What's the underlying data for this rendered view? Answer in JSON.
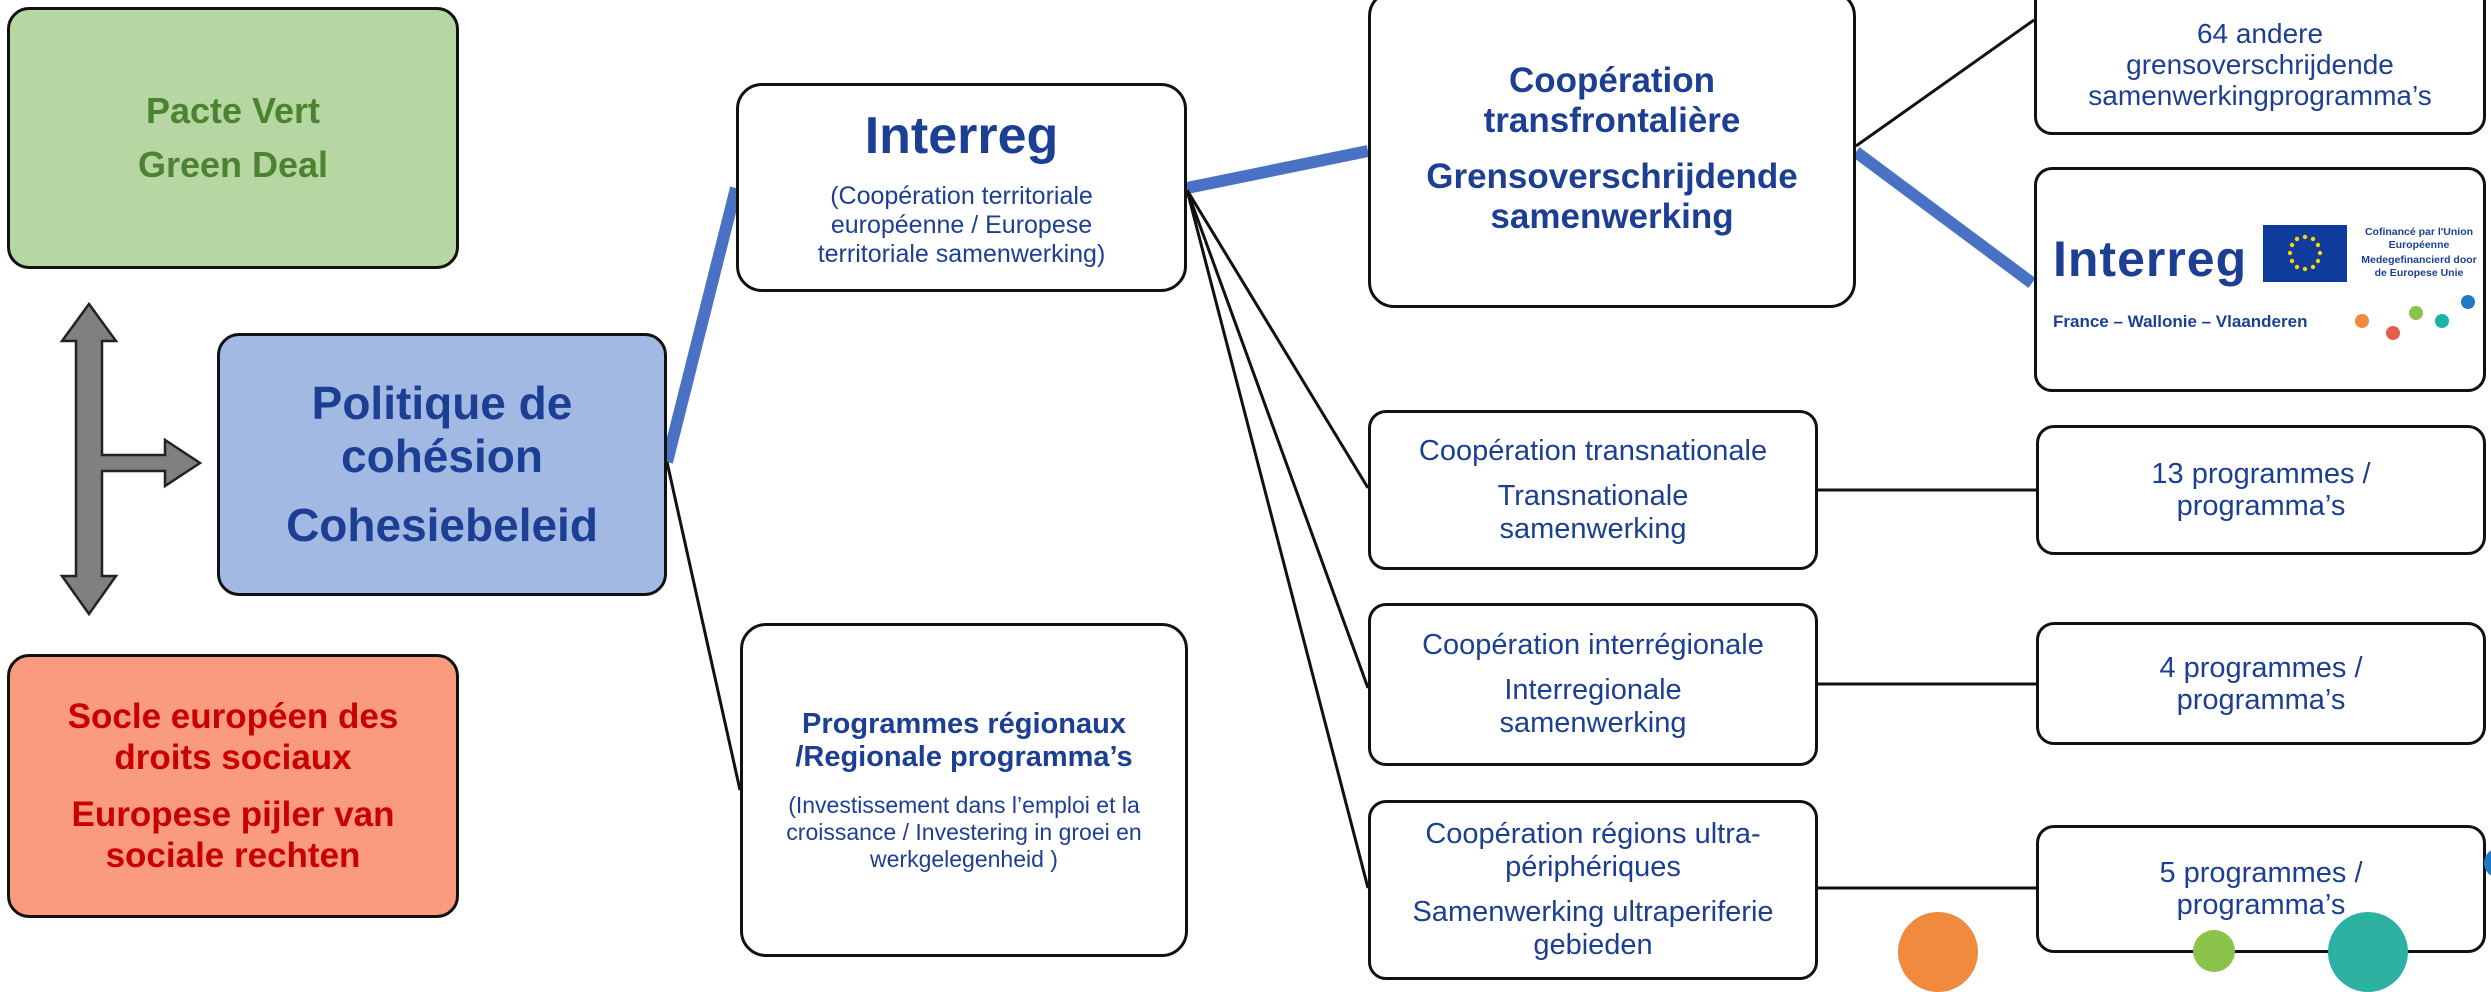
{
  "colors": {
    "navy": "#1c3f94",
    "green_box": "#b6d7a1",
    "green_text": "#4c8232",
    "blue_box": "#a2b9e3",
    "red_box": "#fa9a7f",
    "red_text": "#c80000",
    "connector_blue": "#4a72c4",
    "orange": "#f08a3c",
    "teal": "#2db1a0"
  },
  "pacte": {
    "line1": "Pacte Vert",
    "line2": "Green Deal"
  },
  "socle": {
    "line1": "Socle européen des droits sociaux",
    "line2": "Europese pijler van sociale rechten"
  },
  "politique": {
    "line1": "Politique de cohésion",
    "line2": "Cohesiebeleid"
  },
  "interreg": {
    "title": "Interreg",
    "subtitle": "(Coopération territoriale européenne / Europese territoriale samenwerking)"
  },
  "regional": {
    "title": "Programmes régionaux /Regionale programma’s",
    "subtitle": "(Investissement dans  l’emploi et la croissance / Investering in groei en werkgelegenheid )"
  },
  "transfrontaliere": {
    "line1": "Coopération transfrontalière",
    "line2": "Grensoverschrijdende samenwerking"
  },
  "transnationale": {
    "line1": "Coopération transnationale",
    "line2": "Transnationale samenwerking"
  },
  "interregionale": {
    "line1": "Coopération interrégionale",
    "line2": "Interregionale samenwerking"
  },
  "ultraperipheriques": {
    "line1": "Coopération régions ultra-périphériques",
    "line2": "Samenwerking ultraperiferie gebieden"
  },
  "programs": {
    "cross_border_other": "64 andere grensoverschrijdende samenwerkingprogramma’s",
    "transnational": "13 programmes / programma’s",
    "interregional": "4 programmes / programma’s",
    "ultra": "5 programmes / programma’s"
  },
  "fwv_logo": {
    "wordmark": "Interreg",
    "cofinance_fr": "Cofinancé par l'Union Européenne",
    "cofinance_nl": "Medegefinancierd door de Europese Unie",
    "region": "France – Wallonie – Vlaanderen"
  }
}
